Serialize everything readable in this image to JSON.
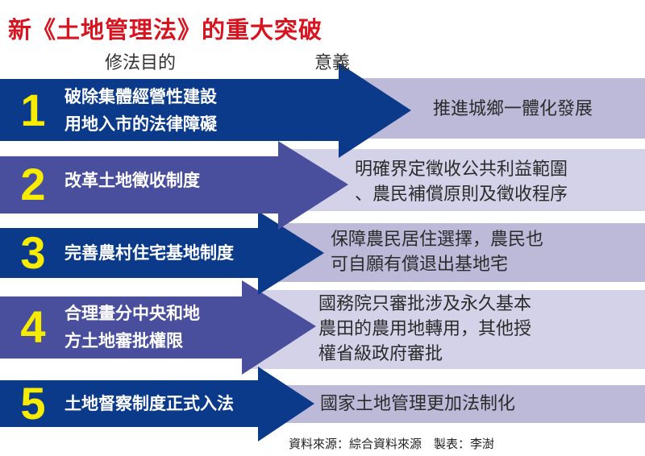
{
  "title": "新《土地管理法》的重大突破",
  "column_headers": {
    "purpose": "修法目的",
    "meaning": "意義"
  },
  "colors": {
    "title": "#d7141f",
    "arrow_dark": "#0b3a8b",
    "arrow_light": "#4a4f9d",
    "band_dark": "#bcb9d9",
    "band_light": "#d4d2e9",
    "number": "#f7ec00"
  },
  "rows": [
    {
      "number": "1",
      "purpose": [
        "破除集體經營性建設",
        "用地入市的法律障礙"
      ],
      "meaning": [
        "推進城鄉一體化發展"
      ]
    },
    {
      "number": "2",
      "purpose": [
        "改革土地徵收制度"
      ],
      "meaning": [
        "明確界定徵收公共利益範圍",
        "、農民補償原則及徵收程序"
      ]
    },
    {
      "number": "3",
      "purpose": [
        "完善農村住宅基地制度"
      ],
      "meaning": [
        "保障農民居住選擇，農民也",
        "可自願有償退出基地宅"
      ]
    },
    {
      "number": "4",
      "purpose": [
        "合理畫分中央和地",
        "方土地審批權限"
      ],
      "meaning": [
        "國務院只審批涉及永久基本",
        "農田的農用地轉用，其他授",
        "權省級政府審批"
      ]
    },
    {
      "number": "5",
      "purpose": [
        "土地督察制度正式入法"
      ],
      "meaning": [
        "國家土地管理更加法制化"
      ]
    }
  ],
  "source": "資料來源：綜合資料來源　製表：李澍"
}
